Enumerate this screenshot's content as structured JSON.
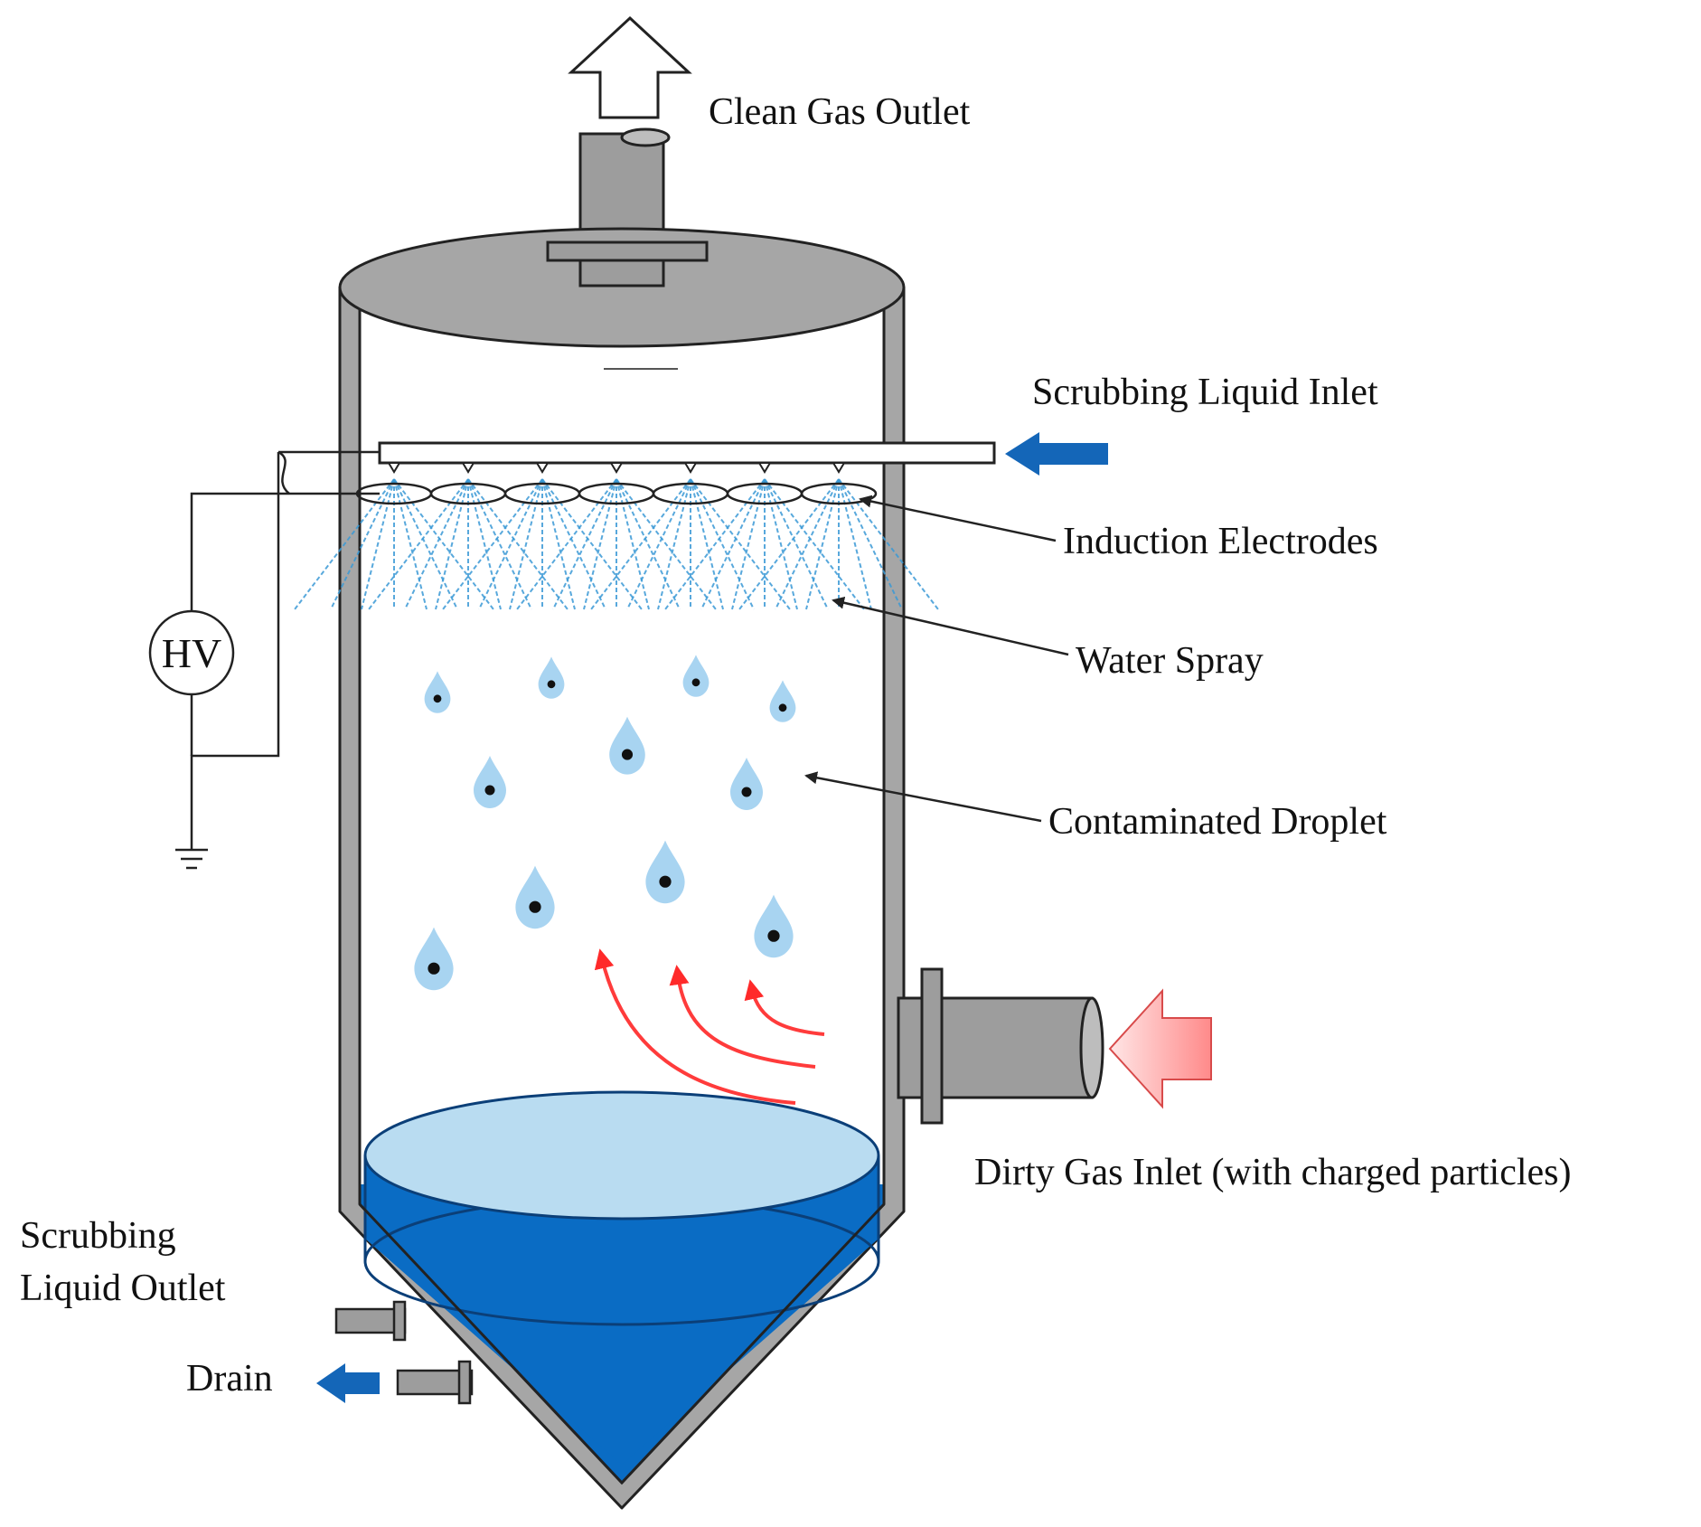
{
  "labels": {
    "clean_gas_outlet": "Clean Gas Outlet",
    "scrubbing_liquid_inlet": "Scrubbing Liquid Inlet",
    "induction_electrodes": "Induction Electrodes",
    "water_spray": "Water Spray",
    "contaminated_droplet": "Contaminated Droplet",
    "dirty_gas_inlet": "Dirty Gas Inlet (with charged particles)",
    "scrubbing_liquid_outlet_line1": "Scrubbing",
    "scrubbing_liquid_outlet_line2": "Liquid Outlet",
    "drain": "Drain",
    "high_voltage": "HV"
  },
  "colors": {
    "vessel_gray": "#a6a6a6",
    "liquid_blue": "#0a6cc4",
    "liquid_surface": "#b9dcf1",
    "liquid_arrow": "#1466b8",
    "spray_blue": "#3b9ad6",
    "gas_flow_red": "#ff3b3b",
    "droplet_blue": "#9fcff0"
  },
  "icons": {
    "clean_gas_arrow": "up-hollow-arrow-icon",
    "liquid_inlet_arrow": "left-arrow-icon",
    "dirty_gas_arrow": "left-gradient-arrow-icon",
    "drain_arrow": "left-arrow-icon",
    "ground": "ground-symbol-icon"
  }
}
